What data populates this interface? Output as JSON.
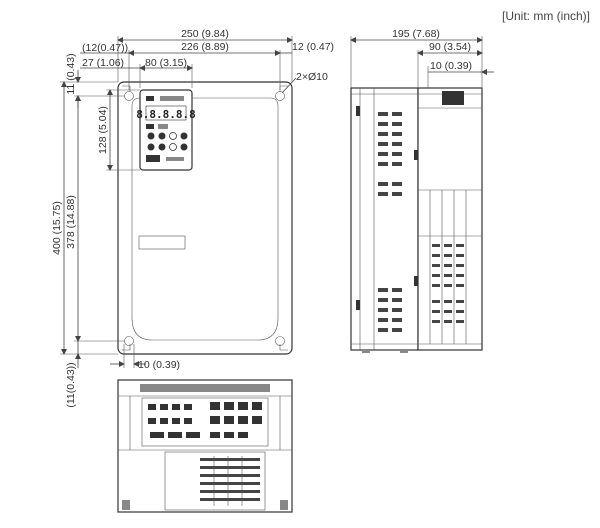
{
  "unit_note": "[Unit: mm (inch)]",
  "front_view": {
    "width_overall": "250 (9.84)",
    "width_mount": "226 (8.89)",
    "right_margin": "12 (0.47)",
    "left_margin": "(12(0.47))",
    "keypad_offset": "27 (1.06)",
    "keypad_width": "80 (3.15)",
    "top_margin": "11 (0.43)",
    "hole_label": "2×Ø10",
    "keypad_height": "128 (5.04)",
    "height_overall": "400 (15.75)",
    "height_mount": "378 (14.88)",
    "bottom_offset": "10 (0.39)",
    "bottom_margin": "(11(0.43))"
  },
  "side_view": {
    "depth_overall": "195 (7.68)",
    "depth_rear": "90 (3.54)",
    "depth_step": "10 (0.39)"
  },
  "keypad_display": "8.8.8.8.8"
}
